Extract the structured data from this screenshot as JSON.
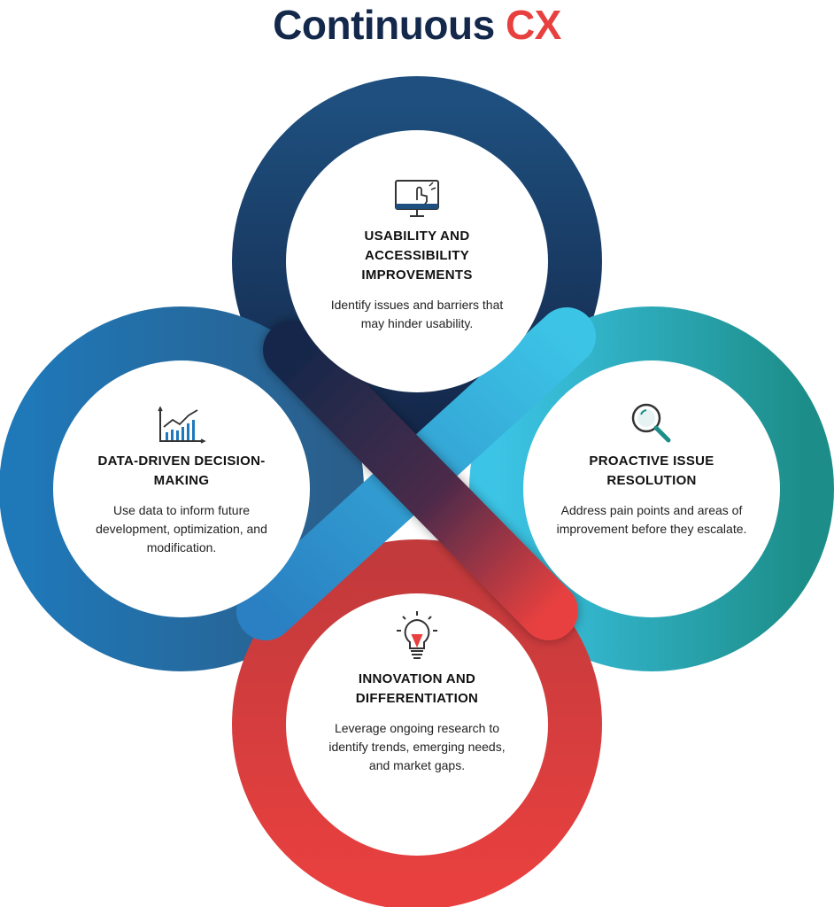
{
  "title": {
    "main": "Continuous",
    "accent": "CX"
  },
  "colors": {
    "navy": "#14284b",
    "steel": "#2a6a9e",
    "blue": "#1f79bb",
    "cyan": "#3cc4e6",
    "teal": "#1c8d88",
    "red": "#e8403f",
    "maroon": "#7a2f45",
    "accent_red": "#e8403f"
  },
  "panels": {
    "top": {
      "icon": "monitor-touch-icon",
      "heading": "USABILITY AND ACCESSIBILITY IMPROVEMENTS",
      "body": "Identify issues and barriers that may hinder usability."
    },
    "left": {
      "icon": "bar-chart-trend-icon",
      "heading": "DATA-DRIVEN DECISION-MAKING",
      "body": "Use data to inform future development, optimization, and modification."
    },
    "right": {
      "icon": "magnifier-icon",
      "heading": "PROACTIVE ISSUE RESOLUTION",
      "body": "Address pain points and areas of improvement before they escalate."
    },
    "bottom": {
      "icon": "lightbulb-icon",
      "heading": "INNOVATION AND DIFFERENTIATION",
      "body": "Leverage ongoing research to identify trends, emerging needs, and market gaps."
    }
  }
}
